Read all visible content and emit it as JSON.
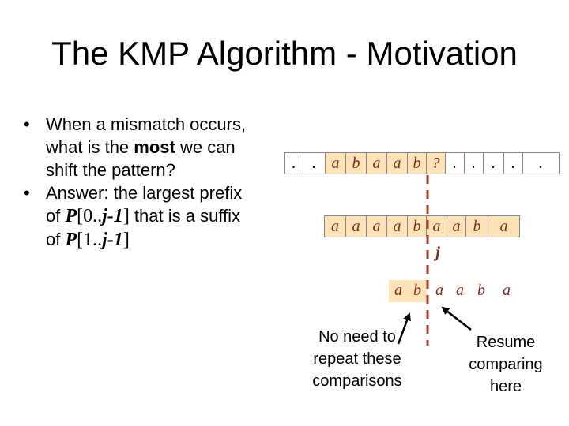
{
  "title": "The KMP Algorithm - Motivation",
  "bullets": {
    "b1_line1": "When a mismatch occurs,",
    "b1_line2_pre": "what is the ",
    "b1_line2_bold": "most",
    "b1_line2_post": " we can",
    "b1_line3": "shift the pattern?",
    "b2_line1": "Answer: the largest prefix",
    "b2_line2_pre": "of ",
    "b2_line2_P": "P",
    "b2_line2_idx": "[0..",
    "b2_line2_j": "j-1",
    "b2_line2_close": "]",
    "b2_line2_post": " that is a suffix",
    "b2_line3_pre": "of ",
    "b2_line3_P": "P",
    "b2_line3_idx": "[1..",
    "b2_line3_j": "j-1",
    "b2_line3_close": "]"
  },
  "text_row": [
    ".",
    ".",
    "a",
    "b",
    "a",
    "a",
    "b",
    "?",
    ".",
    ".",
    ".",
    ".",
    "."
  ],
  "pattern_row": [
    "a",
    "a",
    "a",
    "a",
    "b",
    "a",
    "a",
    "b",
    "a"
  ],
  "shifted_row": [
    "a",
    "b",
    "a",
    "a",
    "b",
    "a"
  ],
  "j_label": "j",
  "note_left": [
    "No need to",
    "repeat these",
    "comparisons"
  ],
  "note_right": [
    "Resume",
    "comparing",
    "here"
  ],
  "colors": {
    "highlight": "#fde3b5",
    "letter": "#7b2a1b",
    "dashed": "#b23a22"
  }
}
